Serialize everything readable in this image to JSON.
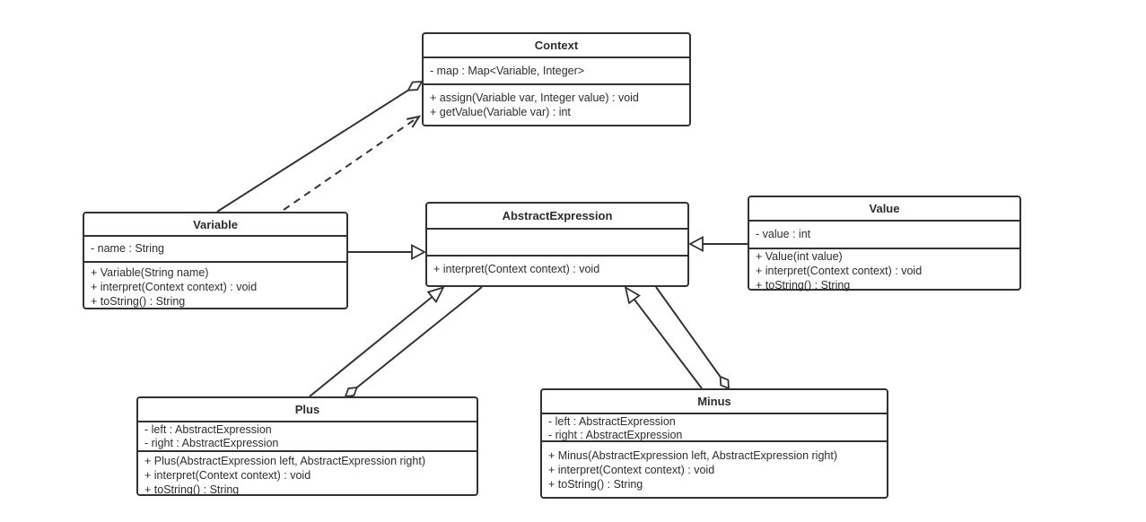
{
  "diagram": {
    "kind": "uml-class-diagram",
    "pattern": "Interpreter",
    "colors": {
      "line": "#333333",
      "box_border": "#323232",
      "box_fill": "#ffffff",
      "text": "#2d2d2d",
      "background": "#ffffff"
    },
    "classes": {
      "context": {
        "name": "Context",
        "attributes": [
          "- map : Map<Variable, Integer>"
        ],
        "methods": [
          "+ assign(Variable var, Integer value) : void",
          "+ getValue(Variable var) : int"
        ]
      },
      "variable": {
        "name": "Variable",
        "attributes": [
          "- name : String"
        ],
        "methods": [
          "+ Variable(String name)",
          "+ interpret(Context context) : void",
          "+ toString() : String"
        ]
      },
      "abstractExpression": {
        "name": "AbstractExpression",
        "attributes": [],
        "methods": [
          "+ interpret(Context context) : void"
        ]
      },
      "value": {
        "name": "Value",
        "attributes": [
          "- value : int"
        ],
        "methods": [
          "+ Value(int value)",
          "+ interpret(Context context) : void",
          "+ toString() : String"
        ]
      },
      "plus": {
        "name": "Plus",
        "attributes": [
          "- left : AbstractExpression",
          "- right : AbstractExpression"
        ],
        "methods": [
          "+ Plus(AbstractExpression left, AbstractExpression right)",
          "+ interpret(Context context) : void",
          "+ toString() : String"
        ]
      },
      "minus": {
        "name": "Minus",
        "attributes": [
          "- left : AbstractExpression",
          "- right : AbstractExpression"
        ],
        "methods": [
          "+ Minus(AbstractExpression left, AbstractExpression right)",
          "+ interpret(Context context) : void",
          "+ toString() : String"
        ]
      }
    },
    "relationships": [
      {
        "type": "aggregation",
        "whole": "Context",
        "part": "Variable",
        "diamond_at": "Context",
        "line": "solid"
      },
      {
        "type": "dependency",
        "from": "Variable",
        "to": "Context",
        "line": "dashed",
        "arrow_at": "Context"
      },
      {
        "type": "generalization",
        "from": "Variable",
        "to": "AbstractExpression",
        "triangle_at": "AbstractExpression"
      },
      {
        "type": "generalization",
        "from": "Value",
        "to": "AbstractExpression",
        "triangle_at": "AbstractExpression"
      },
      {
        "type": "generalization",
        "from": "Plus",
        "to": "AbstractExpression",
        "triangle_at": "AbstractExpression"
      },
      {
        "type": "aggregation",
        "whole": "Plus",
        "part": "AbstractExpression",
        "diamond_at": "Plus",
        "line": "solid"
      },
      {
        "type": "generalization",
        "from": "Minus",
        "to": "AbstractExpression",
        "triangle_at": "AbstractExpression"
      },
      {
        "type": "aggregation",
        "whole": "Minus",
        "part": "AbstractExpression",
        "diamond_at": "Minus",
        "line": "solid"
      }
    ]
  }
}
